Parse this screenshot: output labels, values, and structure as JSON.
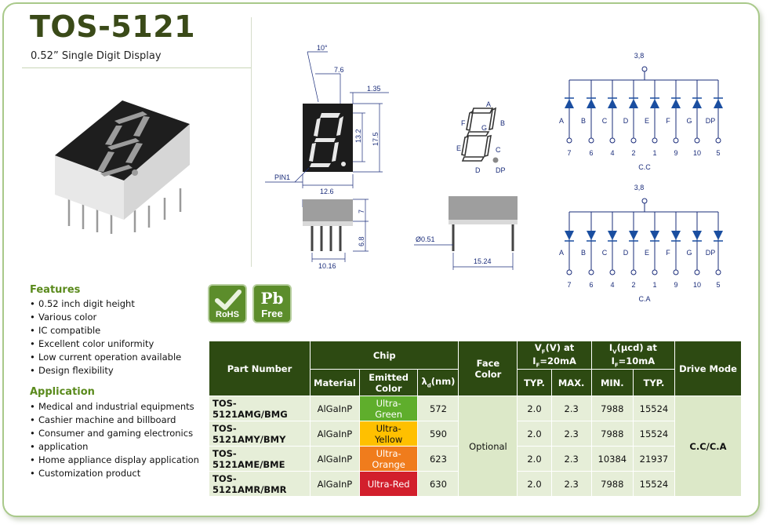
{
  "product": {
    "title": "TOS-5121",
    "subtitle": "0.52” Single Digit Display"
  },
  "features": {
    "heading": "Features",
    "items": [
      "0.52 inch digit height",
      "Various color",
      "IC compatible",
      "Excellent color uniformity",
      "Low current operation available",
      "Design flexibility"
    ]
  },
  "application": {
    "heading": "Application",
    "items": [
      "Medical and industrial equipments",
      "Cashier machine and billboard",
      "Consumer and gaming electronics",
      "application",
      "Home appliance display application",
      "Customization product"
    ]
  },
  "badges": {
    "rohs": "RoHS",
    "pb": "Pb",
    "free": "Free"
  },
  "dimensions": {
    "angle": "10°",
    "d76": "7.6",
    "d135": "1.35",
    "d132": "13.2",
    "d175": "17.5",
    "d126": "12.6",
    "pin1": "PIN1",
    "d7": "7",
    "d68": "6.8",
    "d1016": "10.16",
    "d051": "Ø0.51",
    "d1524": "15.24"
  },
  "segments": {
    "a": "A",
    "b": "B",
    "c": "C",
    "d": "D",
    "e": "E",
    "f": "F",
    "g": "G",
    "dp": "DP"
  },
  "circuits": [
    {
      "common_pin": "3,8",
      "labels": [
        "A",
        "B",
        "C",
        "D",
        "E",
        "F",
        "G",
        "DP"
      ],
      "pins": [
        "7",
        "6",
        "4",
        "2",
        "1",
        "9",
        "10",
        "5"
      ],
      "type": "C.C"
    },
    {
      "common_pin": "3,8",
      "labels": [
        "A",
        "B",
        "C",
        "D",
        "E",
        "F",
        "G",
        "DP"
      ],
      "pins": [
        "7",
        "6",
        "4",
        "2",
        "1",
        "9",
        "10",
        "5"
      ],
      "type": "C.A"
    }
  ],
  "table": {
    "headers": {
      "part_number": "Part Number",
      "chip": "Chip",
      "face_color": "Face Color",
      "vf": "VF(V) at IF=20mA",
      "iv": "IV(μcd) at IF=10mA",
      "drive_mode": "Drive Mode",
      "material": "Material",
      "emitted_color": "Emitted Color",
      "lambda": "λd(nm)",
      "typ": "TYP.",
      "max": "MAX.",
      "min": "MIN."
    },
    "face_color_value": "Optional",
    "drive_mode_value": "C.C/C.A",
    "rows": [
      {
        "part": "TOS-5121AMG/BMG",
        "material": "AlGaInP",
        "color": "Ultra-Green",
        "color_hex": "#5fae2c",
        "lambda": "572",
        "vf_typ": "2.0",
        "vf_max": "2.3",
        "iv_min": "7988",
        "iv_typ": "15524"
      },
      {
        "part": "TOS-5121AMY/BMY",
        "material": "AlGaInP",
        "color": "Ultra-Yellow",
        "color_hex": "#ffc000",
        "lambda": "590",
        "vf_typ": "2.0",
        "vf_max": "2.3",
        "iv_min": "7988",
        "iv_typ": "15524"
      },
      {
        "part": "TOS-5121AME/BME",
        "material": "AlGaInP",
        "color": "Ultra-Orange",
        "color_hex": "#f07c1c",
        "lambda": "623",
        "vf_typ": "2.0",
        "vf_max": "2.3",
        "iv_min": "10384",
        "iv_typ": "21937"
      },
      {
        "part": "TOS-5121AMR/BMR",
        "material": "AlGaInP",
        "color": "Ultra-Red",
        "color_hex": "#d21f2c",
        "lambda": "630",
        "vf_typ": "2.0",
        "vf_max": "2.3",
        "iv_min": "7988",
        "iv_typ": "15524"
      }
    ]
  },
  "colors": {
    "brand_dark": "#3a4a18",
    "accent_green": "#5a8a1c",
    "table_header": "#2d4a12",
    "table_cell": "#e6eed8"
  }
}
